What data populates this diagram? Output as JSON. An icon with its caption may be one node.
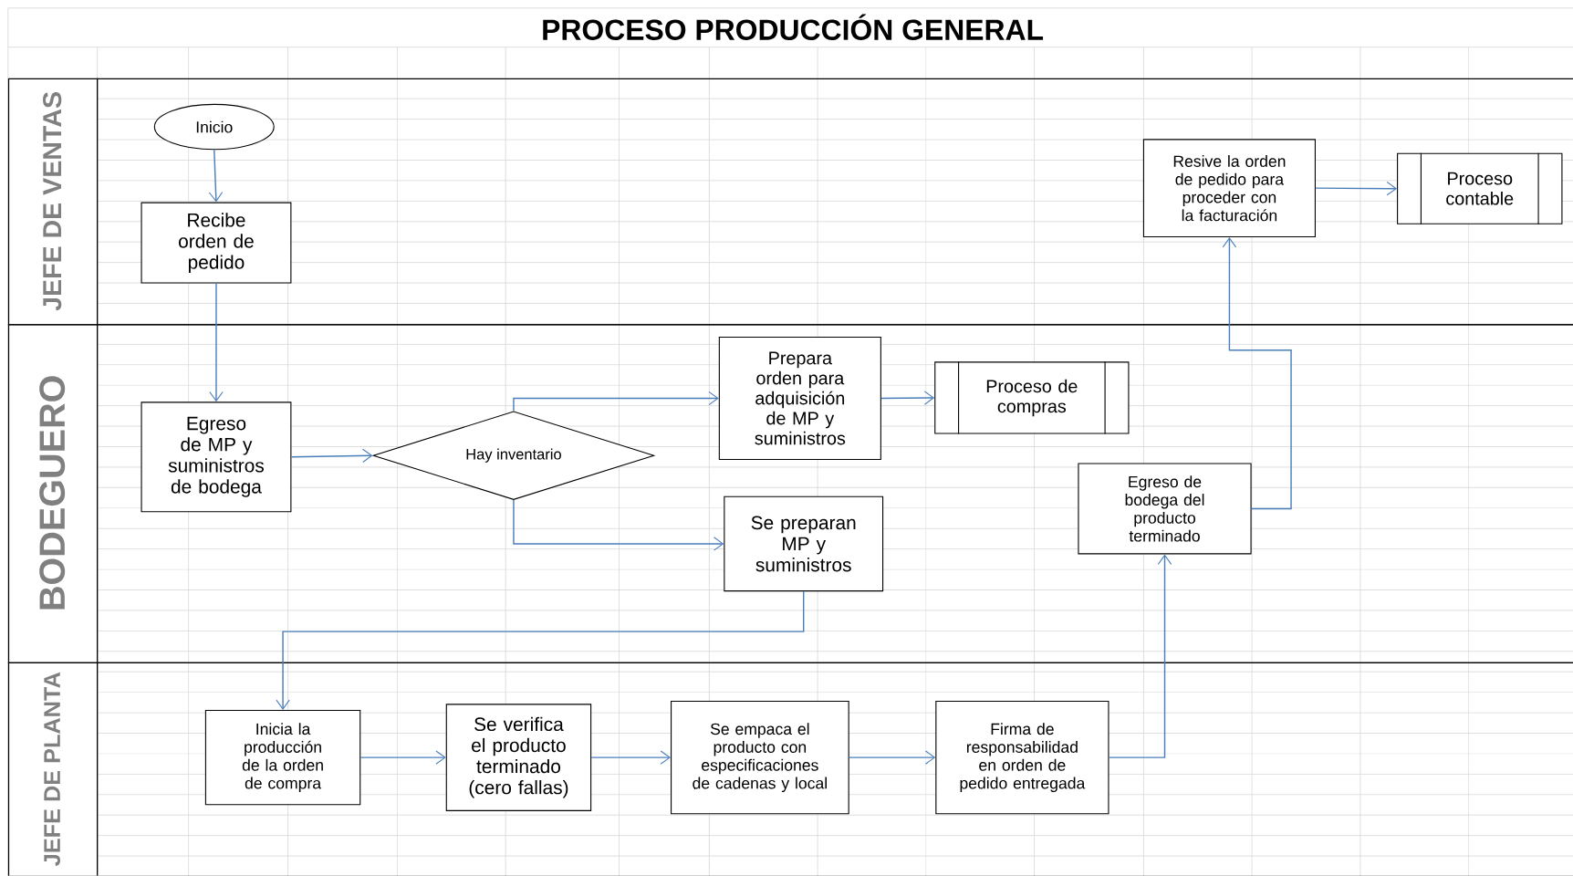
{
  "diagram": {
    "title": "PROCESO PRODUCCIÓN GENERAL",
    "nodes": [
      {
        "text": [
          "JEFE DE VENTAS"
        ]
      },
      {
        "text": [
          "Inicio"
        ],
        "in": 0
      },
      {
        "text": [
          "Recibe orden de pedido"
        ],
        "in": 0
      },
      {
        "text": [
          "Resive la orden de pedido para proceder con la facturación"
        ],
        "in": 0
      },
      {
        "text": [
          "Proceso contable"
        ],
        "in": 0
      },
      {
        "text": [
          "BODEGUERO"
        ]
      },
      {
        "text": [
          "Egreso de MP y suministros de bodega"
        ],
        "in": 5
      },
      {
        "text": [
          "Hay inventario"
        ],
        "in": 5
      },
      {
        "text": [
          "Prepara orden para adquisición de MP y suministros"
        ],
        "in": 5
      },
      {
        "text": [
          "Proceso de compras"
        ],
        "in": 5
      },
      {
        "text": [
          "Se preparan MP y suministros"
        ],
        "in": 5
      },
      {
        "text": [
          "Egreso de bodega del producto terminado"
        ],
        "in": 5
      },
      {
        "text": [
          "JEFE DE PLANTA"
        ]
      },
      {
        "text": [
          "Inicia la producción de la orden de compra"
        ],
        "in": 12
      },
      {
        "text": [
          "Se verifica el producto terminado (cero fallas)"
        ],
        "in": 12
      },
      {
        "text": [
          "Se empaca el producto con especificaciones de cadenas y local"
        ],
        "in": 12
      },
      {
        "text": [
          "Firma de responsabilidad en orden de pedido entregada"
        ],
        "in": 12
      }
    ],
    "edges": [
      {
        "from": 1,
        "to": 2,
        "arrow": "to"
      },
      {
        "from": 2,
        "to": 6,
        "arrow": "to"
      },
      {
        "from": 6,
        "to": 7,
        "arrow": "to"
      },
      {
        "from": 7,
        "to": 8,
        "arrow": "to"
      },
      {
        "from": 7,
        "to": 10,
        "arrow": "to"
      },
      {
        "from": 8,
        "to": 9,
        "arrow": "to"
      },
      {
        "from": 10,
        "to": 13,
        "arrow": "to"
      },
      {
        "from": 13,
        "to": 14,
        "arrow": "to"
      },
      {
        "from": 14,
        "to": 15,
        "arrow": "to"
      },
      {
        "from": 15,
        "to": 16,
        "arrow": "to"
      },
      {
        "from": 16,
        "to": 11,
        "arrow": "to"
      },
      {
        "from": 11,
        "to": 3,
        "arrow": "to"
      },
      {
        "from": 3,
        "to": 4,
        "arrow": "to"
      }
    ]
  }
}
